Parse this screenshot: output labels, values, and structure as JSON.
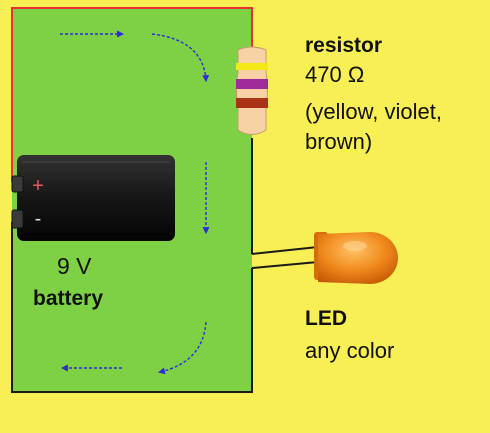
{
  "colors": {
    "background": "#f8ef55",
    "board": "#7ed145",
    "wire_positive": "#e8312b",
    "wire_other": "#1a1a1a",
    "current_arrows": "#2b2bdc",
    "battery_body": "#1c1c1c",
    "battery_plus": "#e85a5a",
    "resistor_body": "#f6d2a4",
    "resistor_bands": [
      "#f4e817",
      "#a02a9a",
      "#a83418"
    ],
    "led_lens": "#f07d12"
  },
  "battery": {
    "voltage": "9 V",
    "title": "battery",
    "plus_symbol": "+",
    "minus_symbol": "-"
  },
  "resistor": {
    "title": "resistor",
    "value": "470 Ω",
    "color_code": "(yellow, violet, brown)"
  },
  "led": {
    "title": "LED",
    "note": "any color"
  },
  "icons": [
    "current-flow-arrow-icon",
    "battery-icon",
    "resistor-icon",
    "led-icon"
  ]
}
